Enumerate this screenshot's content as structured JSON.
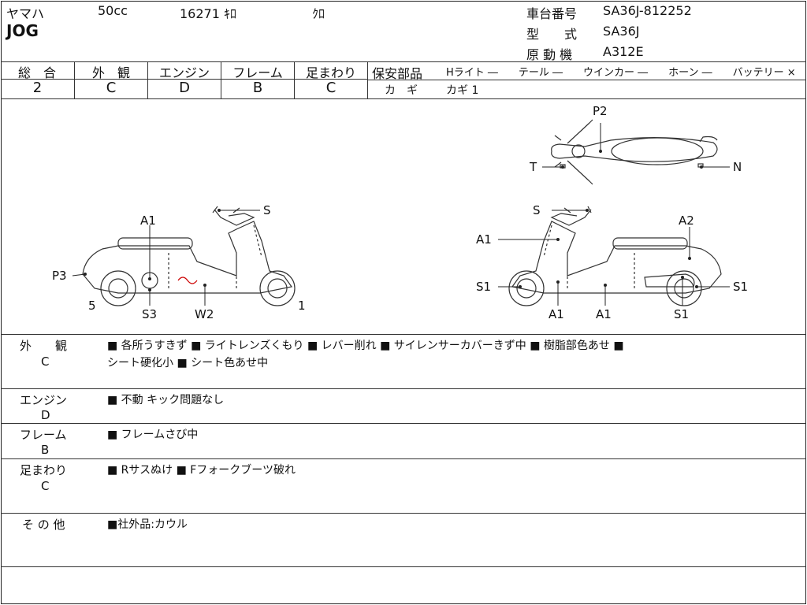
{
  "header": {
    "maker": "ヤマハ",
    "displacement": "50cc",
    "mileage": "16271 ｷﾛ",
    "color": "ｸﾛ",
    "model_name": "JOG",
    "frame_no_label": "車台番号",
    "frame_no": "SA36J-812252",
    "type_label": "型　　式",
    "type": "SA36J",
    "engine_label": "原 動 機",
    "engine": "A312E"
  },
  "grades": {
    "overall_label": "総　合",
    "overall": "2",
    "exterior_label": "外　観",
    "exterior": "C",
    "engine_label": "エンジン",
    "engine": "D",
    "frame_label": "フレーム",
    "frame": "B",
    "suspension_label": "足まわり",
    "suspension": "C"
  },
  "safety": {
    "label": "保安部品",
    "items": "Hライト ―　　テール ―　　ウインカー ―　　ホーン ―　　バッテリー ×",
    "key_label": "カ　ギ",
    "key_value": "カギ 1"
  },
  "diagram_labels": {
    "top": {
      "p2": "P2",
      "t": "T",
      "n": "N"
    },
    "left": {
      "s": "S",
      "a1": "A1",
      "p3": "P3",
      "five": "5",
      "s3": "S3",
      "w2": "W2",
      "one": "1"
    },
    "right": {
      "s": "S",
      "a2": "A2",
      "a1_top": "A1",
      "s1_left": "S1",
      "s1_right": "S1",
      "a1_b1": "A1",
      "a1_b2": "A1",
      "s1_bottom": "S1"
    }
  },
  "notes": {
    "exterior_label": "外　　観",
    "exterior_grade": "C",
    "exterior_line1": "■ 各所うすきず ■ ライトレンズくもり ■ レバー削れ ■ サイレンサーカバーきず中 ■ 樹脂部色あせ ■",
    "exterior_line2": "シート硬化小 ■ シート色あせ中",
    "engine_label": "エンジン",
    "engine_grade": "D",
    "engine_text": "■ 不動 キック問題なし",
    "frame_label": "フレーム",
    "frame_grade": "B",
    "frame_text": "■ フレームさび中",
    "suspension_label": "足まわり",
    "suspension_grade": "C",
    "suspension_text": "■ Rサスぬけ ■ Fフォークブーツ破れ",
    "other_label": "そ の 他",
    "other_text": "■社外品:カウル"
  }
}
